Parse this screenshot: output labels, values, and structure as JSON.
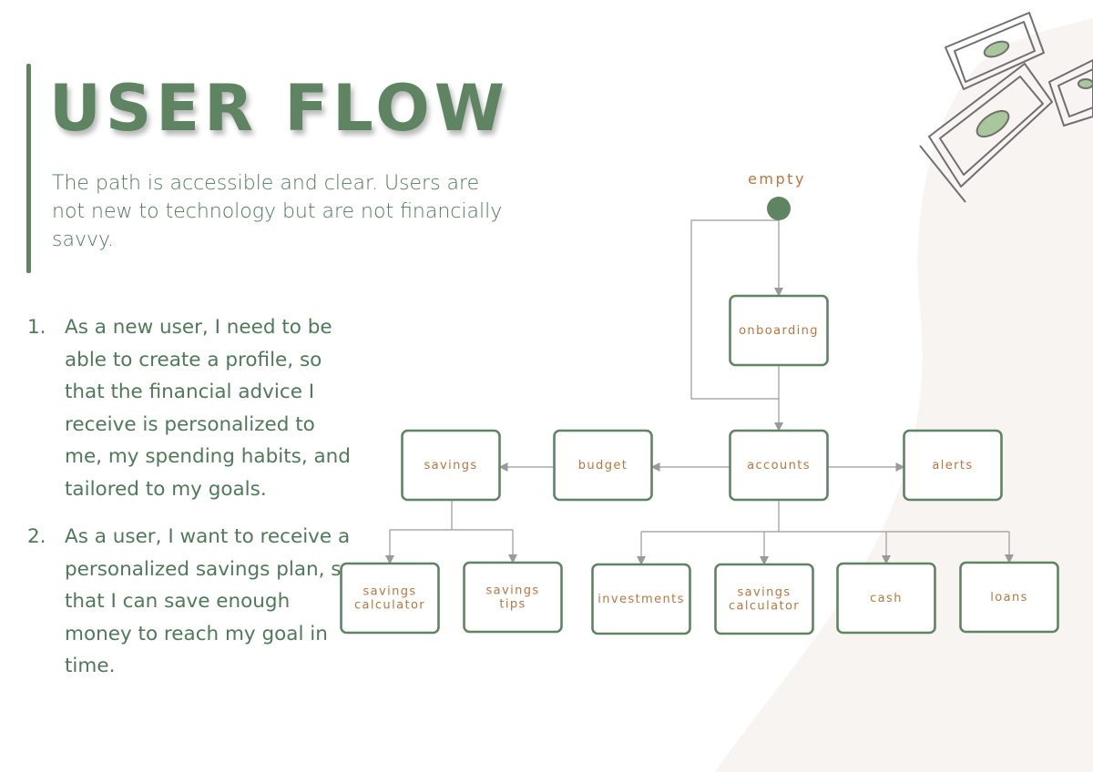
{
  "page": {
    "title": "USER FLOW",
    "intro": "The path is accessible and clear. Users are not new to technology but are not financially savvy."
  },
  "stories": [
    {
      "number": "1.",
      "text": "As a new user, I need to be able to create a profile, so that the financial advice I receive is personalized to me, my spending habits, and tailored to my goals."
    },
    {
      "number": "2.",
      "text": "As a user, I want to receive a personalized savings plan, so that I can save enough money to reach my goal in time."
    }
  ],
  "flow": {
    "start_label": "empty",
    "nodes": {
      "onboarding": [
        "onboarding"
      ],
      "accounts": [
        "accounts"
      ],
      "budget": [
        "budget"
      ],
      "savings": [
        "savings"
      ],
      "alerts": [
        "alerts"
      ],
      "savings_calc_left": [
        "savings",
        "calculator"
      ],
      "savings_tips": [
        "savings",
        "tips"
      ],
      "investments": [
        "investments"
      ],
      "savings_calc_right": [
        "savings",
        "calculator"
      ],
      "cash": [
        "cash"
      ],
      "loans": [
        "loans"
      ]
    },
    "edges": [
      [
        "start",
        "onboarding"
      ],
      [
        "start",
        "accounts"
      ],
      [
        "onboarding",
        "accounts"
      ],
      [
        "accounts",
        "budget"
      ],
      [
        "budget",
        "savings"
      ],
      [
        "accounts",
        "alerts"
      ],
      [
        "savings",
        "savings_calc_left"
      ],
      [
        "savings",
        "savings_tips"
      ],
      [
        "accounts",
        "investments"
      ],
      [
        "accounts",
        "savings_calc_right"
      ],
      [
        "accounts",
        "cash"
      ],
      [
        "accounts",
        "loans"
      ]
    ]
  },
  "colors": {
    "accent_green": "#5e8462",
    "node_text": "#b8763e",
    "background_shape": "#f8f4f1",
    "edge": "#9a9a9a"
  },
  "decoration": {
    "icon": "money-bills-icon"
  }
}
